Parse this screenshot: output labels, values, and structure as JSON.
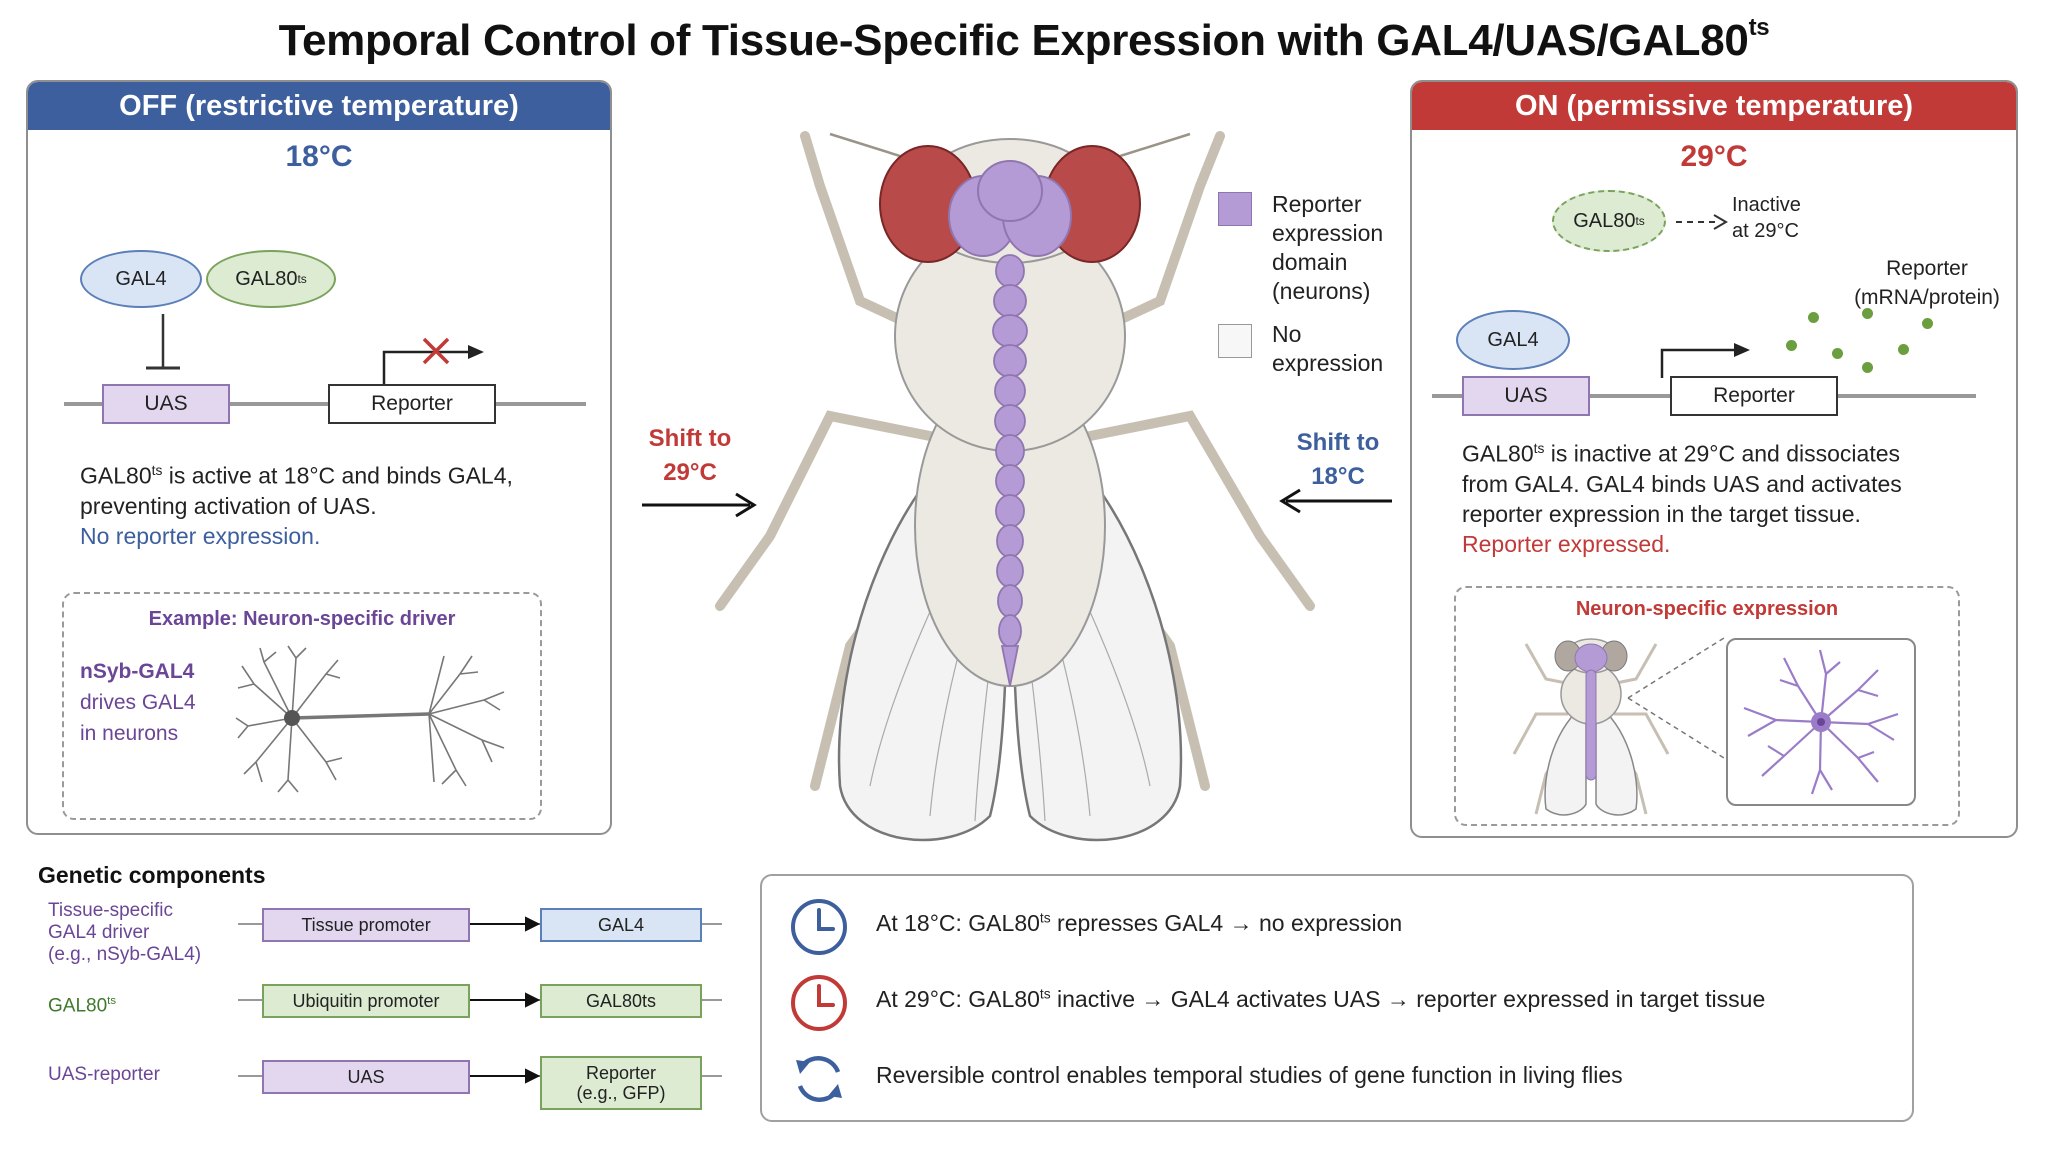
{
  "title": {
    "main": "Temporal Control of Tissue-Specific Expression with GAL4/UAS/GAL80",
    "sup": "ts"
  },
  "colors": {
    "off": "#3d5f9e",
    "on": "#c23a37",
    "purple": "#b49bd6",
    "gal4_fill": "#d9e5f5",
    "gal80_fill": "#dcebd2"
  },
  "off_panel": {
    "header": "OFF (restrictive temperature)",
    "temp": "18°C",
    "gal4": "GAL4",
    "gal80": "GAL80",
    "gal80_sup": "ts",
    "uas": "UAS",
    "reporter": "Reporter",
    "desc_1a": "GAL80",
    "desc_1b": "ts",
    "desc_1c": " is active at 18°C and binds GAL4,",
    "desc_2": "preventing activation of UAS.",
    "desc_3": "No reporter expression.",
    "example_title": "Example: Neuron-specific driver",
    "example_1": "nSyb-GAL4",
    "example_2": "drives GAL4",
    "example_3": "in neurons"
  },
  "middle": {
    "shift_right_1": "Shift to",
    "shift_right_2": "29°C",
    "shift_left_1": "Shift to",
    "shift_left_2": "18°C",
    "legend": [
      {
        "l1": "Reporter",
        "l2": "expression",
        "l3": "domain",
        "l4": "(neurons)"
      },
      {
        "l1": "No",
        "l2": "expression"
      }
    ]
  },
  "on_panel": {
    "header": "ON (permissive temperature)",
    "temp": "29°C",
    "gal80": "GAL80",
    "gal80_sup": "ts",
    "inactive_1": "Inactive",
    "inactive_2": "at 29°C",
    "reporter_label_1": "Reporter",
    "reporter_label_2": "(mRNA/protein)",
    "gal4": "GAL4",
    "uas": "UAS",
    "reporter": "Reporter",
    "desc_1a": "GAL80",
    "desc_1b": "ts",
    "desc_1c": " is inactive at 29°C and dissociates",
    "desc_2": "from GAL4. GAL4 binds UAS and activates",
    "desc_3": "reporter expression in the target tissue.",
    "desc_4": "Reporter expressed.",
    "example_title": "Neuron-specific expression"
  },
  "genetic": {
    "title": "Genetic components",
    "rows": [
      {
        "label_1": "Tissue-specific",
        "label_2": "GAL4 driver",
        "label_3": "(e.g., nSyb-GAL4)",
        "box_1": "Tissue promoter",
        "box_2": "GAL4"
      },
      {
        "label_1": "GAL80",
        "label_sup": "ts",
        "box_1": "Ubiquitin promoter",
        "box_2": "GAL80ts"
      },
      {
        "label_1": "UAS-reporter",
        "box_1": "UAS",
        "box_2_1": "Reporter",
        "box_2_2": "(e.g., GFP)"
      }
    ]
  },
  "summary": {
    "row1_a": "At 18°C: GAL80",
    "row1_sup": "ts",
    "row1_b": " represses GAL4 → no expression",
    "row2_a": "At 29°C: GAL80",
    "row2_sup": "ts",
    "row2_b": " inactive → GAL4 activates UAS → reporter expressed in target tissue",
    "row3": "Reversible control enables temporal studies of gene function in living flies"
  }
}
